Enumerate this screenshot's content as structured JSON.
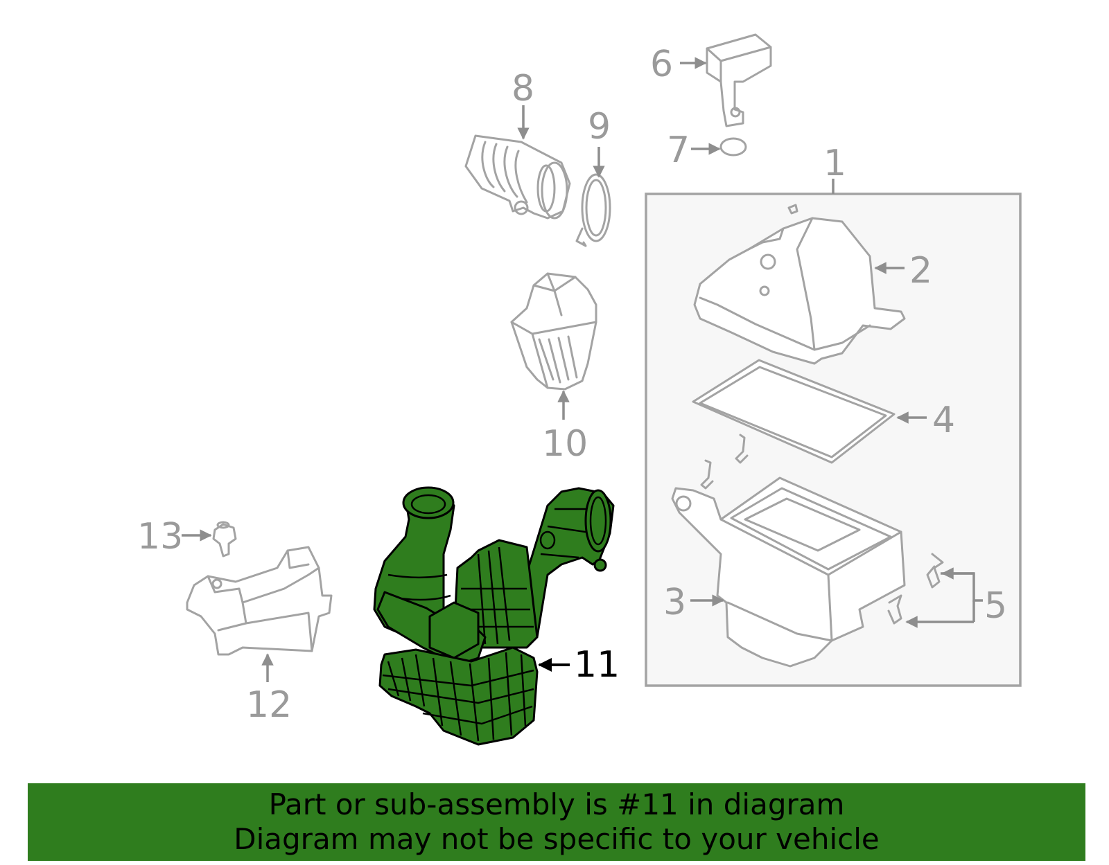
{
  "callouts": {
    "c1": "1",
    "c2": "2",
    "c3": "3",
    "c4": "4",
    "c5": "5",
    "c6": "6",
    "c7": "7",
    "c8": "8",
    "c9": "9",
    "c10": "10",
    "c11": "11",
    "c12": "12",
    "c13": "13"
  },
  "highlighted_part": "11",
  "colors": {
    "highlight": "#2f7d1e",
    "linework": "#a3a3a3",
    "banner": "#2f7d1e"
  },
  "banner": {
    "line1": "Part or sub-assembly is #11 in diagram",
    "line2": "Diagram may not be specific to your vehicle"
  }
}
